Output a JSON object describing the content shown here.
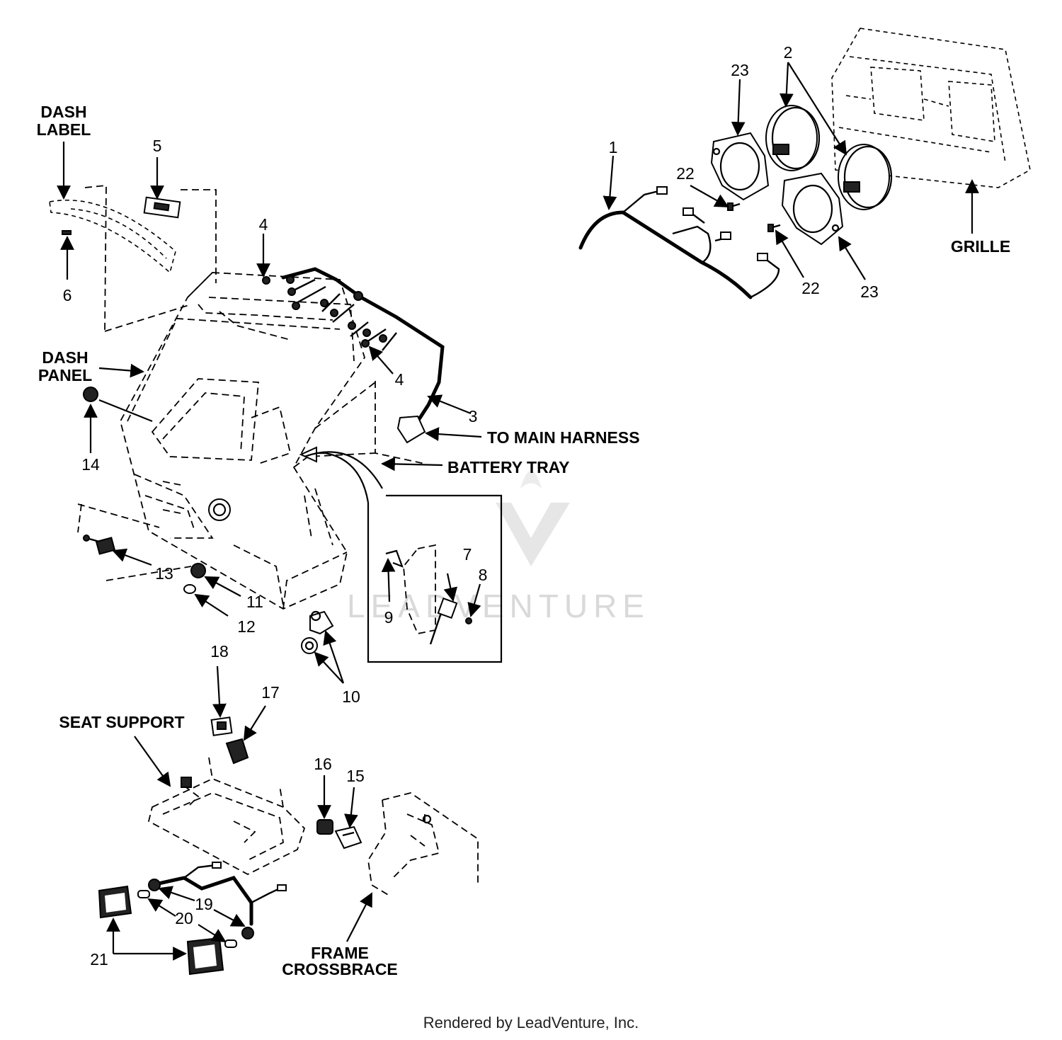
{
  "labels": {
    "dash_label": [
      "DASH",
      "LABEL"
    ],
    "dash_panel": [
      "DASH",
      "PANEL"
    ],
    "grille": "GRILLE",
    "to_main_harness": "TO MAIN HARNESS",
    "battery_tray": "BATTERY TRAY",
    "seat_support": "SEAT SUPPORT",
    "frame_crossbrace": [
      "FRAME",
      "CROSSBRACE"
    ]
  },
  "callouts": {
    "c1": "1",
    "c2": "2",
    "c3": "3",
    "c4a": "4",
    "c4b": "4",
    "c5": "5",
    "c6": "6",
    "c7": "7",
    "c8": "8",
    "c9": "9",
    "c10": "10",
    "c11": "11",
    "c12": "12",
    "c13": "13",
    "c14": "14",
    "c15": "15",
    "c16": "16",
    "c17": "17",
    "c18": "18",
    "c19": "19",
    "c20": "20",
    "c21": "21",
    "c22a": "22",
    "c22b": "22",
    "c23a": "23",
    "c23b": "23"
  },
  "watermark": "LEADVENTURE",
  "footer": "Rendered by LeadVenture, Inc."
}
